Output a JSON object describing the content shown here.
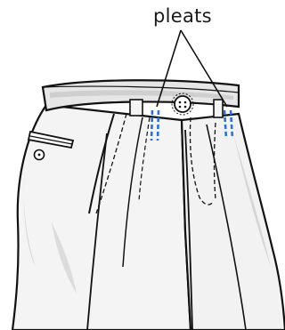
{
  "callout": {
    "label": "pleats"
  },
  "colors": {
    "outline": "#111111",
    "fabric": "#f4f4f4",
    "fabric_shade": "#d9d9d9",
    "waistband": "#e6e6e6",
    "pleat_mark": "#2f6fd0",
    "button": "#ffffff"
  },
  "icons": [
    "trouser-illustration",
    "button-icon",
    "pleat-marker"
  ]
}
